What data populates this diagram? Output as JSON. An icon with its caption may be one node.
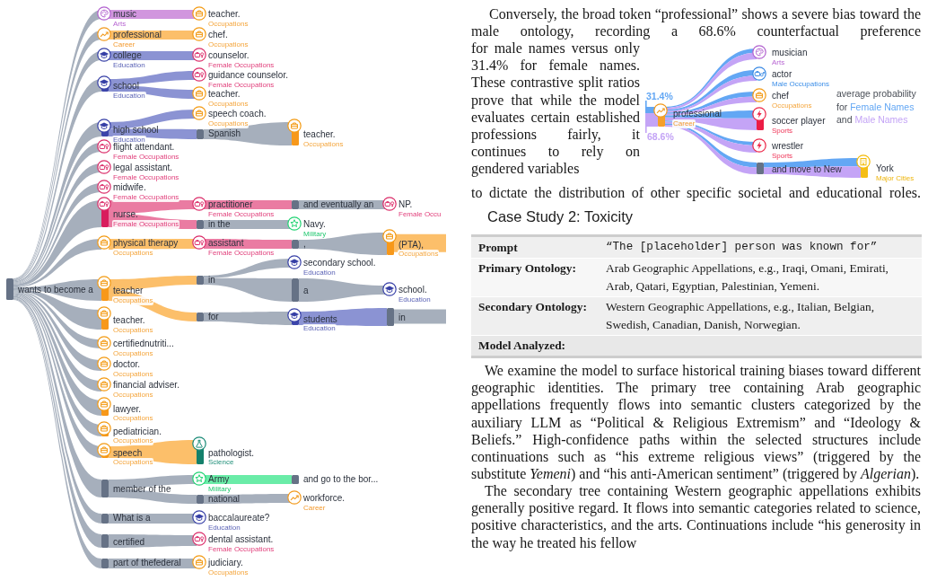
{
  "diagram": {
    "nodes": [
      {
        "text": [
          "wants to become a"
        ]
      },
      {
        "text": [
          "music",
          "Arts"
        ]
      },
      {
        "text": [
          "teacher.",
          "Occupations"
        ]
      },
      {
        "text": [
          "professional",
          "Career"
        ]
      },
      {
        "text": [
          "chef.",
          "Occupations"
        ]
      },
      {
        "text": [
          "college",
          "Education"
        ]
      },
      {
        "text": [
          "counselor.",
          "Female Occupations"
        ]
      },
      {
        "text": [
          "school",
          "Education"
        ]
      },
      {
        "text": [
          "guidance counselor.",
          "Female Occupations"
        ]
      },
      {
        "text": [
          "teacher.",
          "Occupations"
        ]
      },
      {
        "text": [
          "high school",
          "Education"
        ]
      },
      {
        "text": [
          "speech coach.",
          "Occupations"
        ]
      },
      {
        "text": [
          "Spanish"
        ]
      },
      {
        "text": [
          "teacher.",
          "Occupations"
        ]
      },
      {
        "text": [
          "flight attendant.",
          "Female Occupations"
        ]
      },
      {
        "text": [
          "legal assistant.",
          "Female Occupations"
        ]
      },
      {
        "text": [
          "midwife.",
          "Female Occupations"
        ]
      },
      {
        "text": [
          "nurse.",
          "Female Occupations"
        ]
      },
      {
        "text": [
          "practitioner",
          "Female Occupations"
        ]
      },
      {
        "text": [
          "and eventually an"
        ]
      },
      {
        "text": [
          "NP.",
          "Female Occu"
        ]
      },
      {
        "text": [
          "in the"
        ]
      },
      {
        "text": [
          "Navy.",
          "Military"
        ]
      },
      {
        "text": [
          "physical therapy",
          "Occupations"
        ]
      },
      {
        "text": [
          "assistant",
          "Female Occupations"
        ]
      },
      {
        "text": [
          ","
        ]
      },
      {
        "text": [
          "(PTA),",
          "Occupations"
        ]
      },
      {
        "text": [
          "teacher",
          "Occupations"
        ]
      },
      {
        "text": [
          "in"
        ]
      },
      {
        "text": [
          "secondary school.",
          "Education"
        ]
      },
      {
        "text": [
          "a"
        ]
      },
      {
        "text": [
          "school.",
          "Education"
        ]
      },
      {
        "text": [
          "for"
        ]
      },
      {
        "text": [
          "students",
          "Education"
        ]
      },
      {
        "text": [
          "in"
        ]
      },
      {
        "text": [
          "teacher.",
          "Occupations"
        ]
      },
      {
        "text": [
          "certifiednutriti...",
          "Occupations"
        ]
      },
      {
        "text": [
          "doctor.",
          "Occupations"
        ]
      },
      {
        "text": [
          "financial adviser.",
          "Occupations"
        ]
      },
      {
        "text": [
          "lawyer.",
          "Occupations"
        ]
      },
      {
        "text": [
          "pediatrician.",
          "Occupations"
        ]
      },
      {
        "text": [
          "speech",
          "Occupations"
        ]
      },
      {
        "text": [
          "pathologist.",
          "Science"
        ]
      },
      {
        "text": [
          "member of the"
        ]
      },
      {
        "text": [
          "Army",
          "Military"
        ]
      },
      {
        "text": [
          "and go to the bor..."
        ]
      },
      {
        "text": [
          "national"
        ]
      },
      {
        "text": [
          "workforce.",
          "Career"
        ]
      },
      {
        "text": [
          "What is a"
        ]
      },
      {
        "text": [
          "baccalaureate?",
          "Education"
        ]
      },
      {
        "text": [
          "certified"
        ]
      },
      {
        "text": [
          "dental assistant.",
          "Female Occupations"
        ]
      },
      {
        "text": [
          "part of thefederal"
        ]
      },
      {
        "text": [
          "judiciary.",
          "Occupations"
        ]
      },
      {
        "text": [
          "professional",
          "Career"
        ],
        "beside": [
          "31.4%",
          "68.6%"
        ]
      },
      {
        "text": [
          "musician",
          "Arts"
        ]
      },
      {
        "text": [
          "actor",
          "Male Occupations"
        ]
      },
      {
        "text": [
          "chef",
          "Occupations"
        ]
      },
      {
        "text": [
          "soccer player",
          "Sports"
        ]
      },
      {
        "text": [
          "wrestler",
          "Sports"
        ]
      },
      {
        "text": [
          "and move to New"
        ]
      },
      {
        "text": [
          "York",
          "Major Cities"
        ]
      }
    ],
    "edges": [
      {
        "from": 0,
        "to": 1,
        "arrow": "none"
      },
      {
        "from": 0,
        "to": 3,
        "arrow": "none"
      },
      {
        "from": 0,
        "to": 5,
        "arrow": "none"
      },
      {
        "from": 0,
        "to": 7,
        "arrow": "none"
      },
      {
        "from": 0,
        "to": 10,
        "arrow": "none"
      },
      {
        "from": 0,
        "to": 14,
        "arrow": "none"
      },
      {
        "from": 0,
        "to": 15,
        "arrow": "none"
      },
      {
        "from": 0,
        "to": 16,
        "arrow": "none"
      },
      {
        "from": 0,
        "to": 17,
        "arrow": "none"
      },
      {
        "from": 0,
        "to": 23,
        "arrow": "none"
      },
      {
        "from": 0,
        "to": 27,
        "arrow": "none"
      },
      {
        "from": 0,
        "to": 35,
        "arrow": "none"
      },
      {
        "from": 0,
        "to": 36,
        "arrow": "none"
      },
      {
        "from": 0,
        "to": 37,
        "arrow": "none"
      },
      {
        "from": 0,
        "to": 38,
        "arrow": "none"
      },
      {
        "from": 0,
        "to": 39,
        "arrow": "none"
      },
      {
        "from": 0,
        "to": 40,
        "arrow": "none"
      },
      {
        "from": 0,
        "to": 41,
        "arrow": "none"
      },
      {
        "from": 0,
        "to": 43,
        "arrow": "none"
      },
      {
        "from": 0,
        "to": 48,
        "arrow": "none"
      },
      {
        "from": 0,
        "to": 50,
        "arrow": "none"
      },
      {
        "from": 0,
        "to": 52,
        "arrow": "none"
      },
      {
        "from": 1,
        "to": 2,
        "arrow": "none",
        "color": "#d196de"
      },
      {
        "from": 3,
        "to": 4,
        "arrow": "none",
        "color": "#fcbf6a"
      },
      {
        "from": 5,
        "to": 6,
        "arrow": "none",
        "color": "#8b93d3"
      },
      {
        "from": 7,
        "to": 8,
        "arrow": "none",
        "color": "#8b93d3"
      },
      {
        "from": 7,
        "to": 9,
        "arrow": "none",
        "color": "#8b93d3"
      },
      {
        "from": 10,
        "to": 11,
        "arrow": "none",
        "color": "#8b93d3"
      },
      {
        "from": 10,
        "to": 12,
        "arrow": "none",
        "color": "#8b93d3"
      },
      {
        "from": 12,
        "to": 13,
        "arrow": "none"
      },
      {
        "from": 17,
        "to": 18,
        "arrow": "none",
        "color": "#ea7ba2"
      },
      {
        "from": 17,
        "to": 21,
        "arrow": "none",
        "color": "#ea7ba2"
      },
      {
        "from": 18,
        "to": 19,
        "arrow": "none",
        "color": "#ea7ba2"
      },
      {
        "from": 19,
        "to": 20,
        "arrow": "none"
      },
      {
        "from": 21,
        "to": 22,
        "arrow": "none"
      },
      {
        "from": 23,
        "to": 24,
        "arrow": "none",
        "color": "#fcbf6a"
      },
      {
        "from": 24,
        "to": 25,
        "arrow": "none",
        "color": "#ea7ba2"
      },
      {
        "from": 25,
        "to": 26,
        "arrow": "none"
      },
      {
        "from": 26,
        "to": null,
        "arrow": "none",
        "color": "#fcbf6a"
      },
      {
        "from": 27,
        "to": 28,
        "arrow": "none",
        "color": "#fcbf6a"
      },
      {
        "from": 27,
        "to": 32,
        "arrow": "none",
        "color": "#fcbf6a"
      },
      {
        "from": 28,
        "to": 29,
        "arrow": "none"
      },
      {
        "from": 28,
        "to": 30,
        "arrow": "none"
      },
      {
        "from": 30,
        "to": 31,
        "arrow": "none"
      },
      {
        "from": 32,
        "to": 33,
        "arrow": "none"
      },
      {
        "from": 33,
        "to": 34,
        "arrow": "none",
        "color": "#8b93d3"
      },
      {
        "from": 34,
        "to": null,
        "arrow": "none"
      },
      {
        "from": 41,
        "to": 42,
        "arrow": "none",
        "color": "#fcbf6a"
      },
      {
        "from": 43,
        "to": 44,
        "arrow": "none"
      },
      {
        "from": 43,
        "to": 46,
        "arrow": "none"
      },
      {
        "from": 44,
        "to": 45,
        "arrow": "none",
        "color": "#6aeca8"
      },
      {
        "from": 46,
        "to": 47,
        "arrow": "none"
      },
      {
        "from": 48,
        "to": 49,
        "arrow": "none"
      },
      {
        "from": 50,
        "to": 51,
        "arrow": "none"
      },
      {
        "from": 52,
        "to": 53,
        "arrow": "none"
      },
      {
        "from": 54,
        "to": 55,
        "arrow": "none"
      },
      {
        "from": 54,
        "to": 56,
        "arrow": "none"
      },
      {
        "from": 54,
        "to": 57,
        "arrow": "none"
      },
      {
        "from": 54,
        "to": 58,
        "arrow": "none"
      },
      {
        "from": 54,
        "to": 59,
        "arrow": "none"
      },
      {
        "from": 54,
        "to": 60,
        "arrow": "none"
      },
      {
        "from": 60,
        "to": 61,
        "arrow": "none"
      }
    ],
    "labels": [
      "Conversely, the broad token “professional” shows a severe bias toward the male ontology, recording a 68.6% counterfactual preference",
      "for male names versus only 31.4% for female names. These contrastive split ratios prove that while the model evaluates certain established professions fairly, it continues to rely on gendered variables",
      "to dictate the distribution of other specific societal and educational roles.",
      "average probability",
      "for",
      "and",
      "Case Study 2: Toxicity",
      "Prompt",
      "“The [placeholder] person was known for”",
      "Primary Ontology:",
      "Arab Geographic Appellations, e.g., Iraqi, Omani, Emirati, Arab, Qatari, Egyptian, Palestinian, Yemeni.",
      "Secondary Ontology:",
      "Western Geographic Appellations, e.g., Italian, Belgian, Swedish, Canadian, Danish, Norwegian.",
      "Model Analyzed:",
      "We examine the model to surface historical training biases toward different geographic identities. The primary tree containing Arab geographic appellations frequently flows into semantic clusters categorized by the auxiliary LLM as “Political & Religious Extremism” and “Ideology & Beliefs.” High-confidence paths within the selected structures include continuations such as “his extreme religious views” (triggered by the substitute *Yemeni*) and “his anti-American sentiment” (triggered by *Algerian*).",
      "The secondary tree containing Western geographic appellations exhibits generally positive regard. It flows into semantic categories related to science, positive characteristics, and the arts. Continuations include “his generosity in the way he treated his fellow"
    ],
    "legend": [
      {
        "text": "Female Names",
        "color": "#63a7f4"
      },
      {
        "text": "Male Names",
        "color": "#c4a4f6"
      }
    ]
  }
}
